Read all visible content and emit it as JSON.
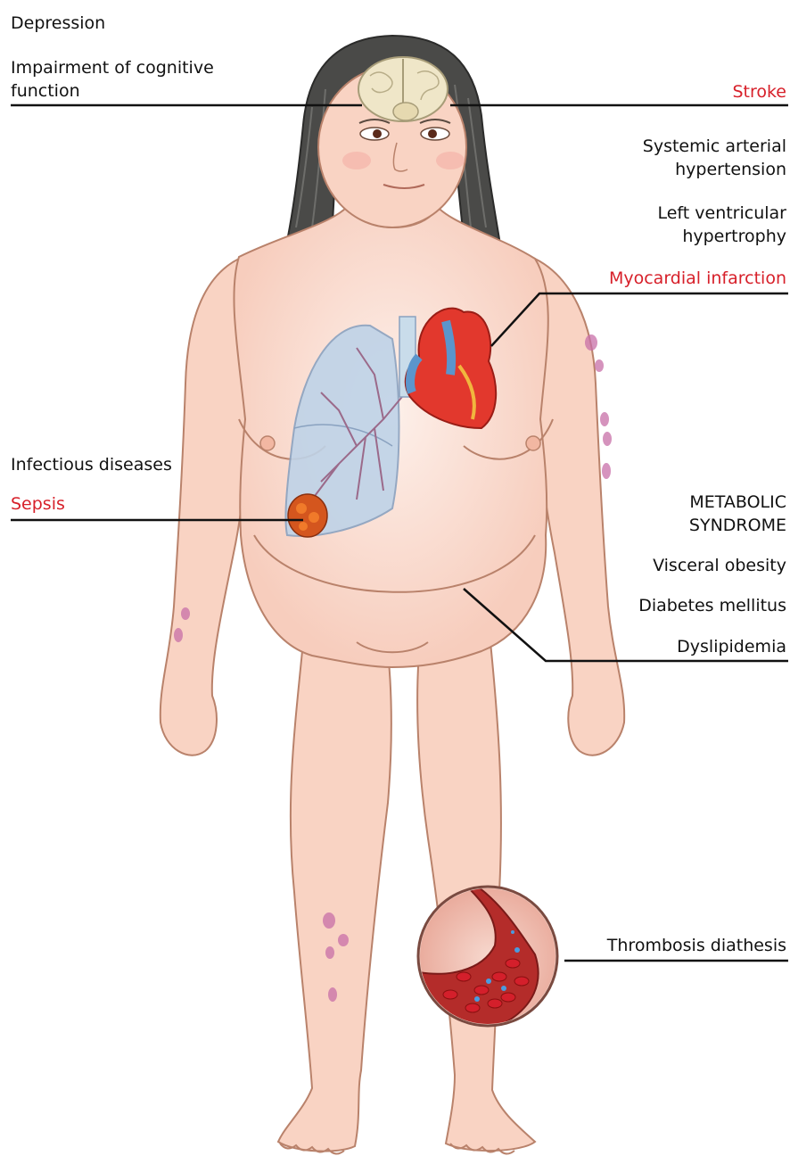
{
  "colors": {
    "text": "#111111",
    "highlight": "#d7202a",
    "skin": "#f9d3c3",
    "skin_outline": "#b9826b",
    "hair": "#4a4a48",
    "lung": "#bfd3e8",
    "heart": "#e2382d",
    "bruise": "#c86fa8",
    "blood": "#d41f2b"
  },
  "labels": {
    "depression": "Depression",
    "cognitive_1": "Impairment of cognitive",
    "cognitive_2": "function",
    "stroke": "Stroke",
    "hypertension_1": "Systemic arterial",
    "hypertension_2": "hypertension",
    "lvh_1": "Left ventricular",
    "lvh_2": "hypertrophy",
    "mi": "Myocardial infarction",
    "infectious": "Infectious diseases",
    "sepsis": "Sepsis",
    "metabolic_1": "METABOLIC",
    "metabolic_2": "SYNDROME",
    "visceral": "Visceral obesity",
    "diabetes": "Diabetes mellitus",
    "dyslipidemia": "Dyslipidemia",
    "thrombosis": "Thrombosis diathesis"
  }
}
